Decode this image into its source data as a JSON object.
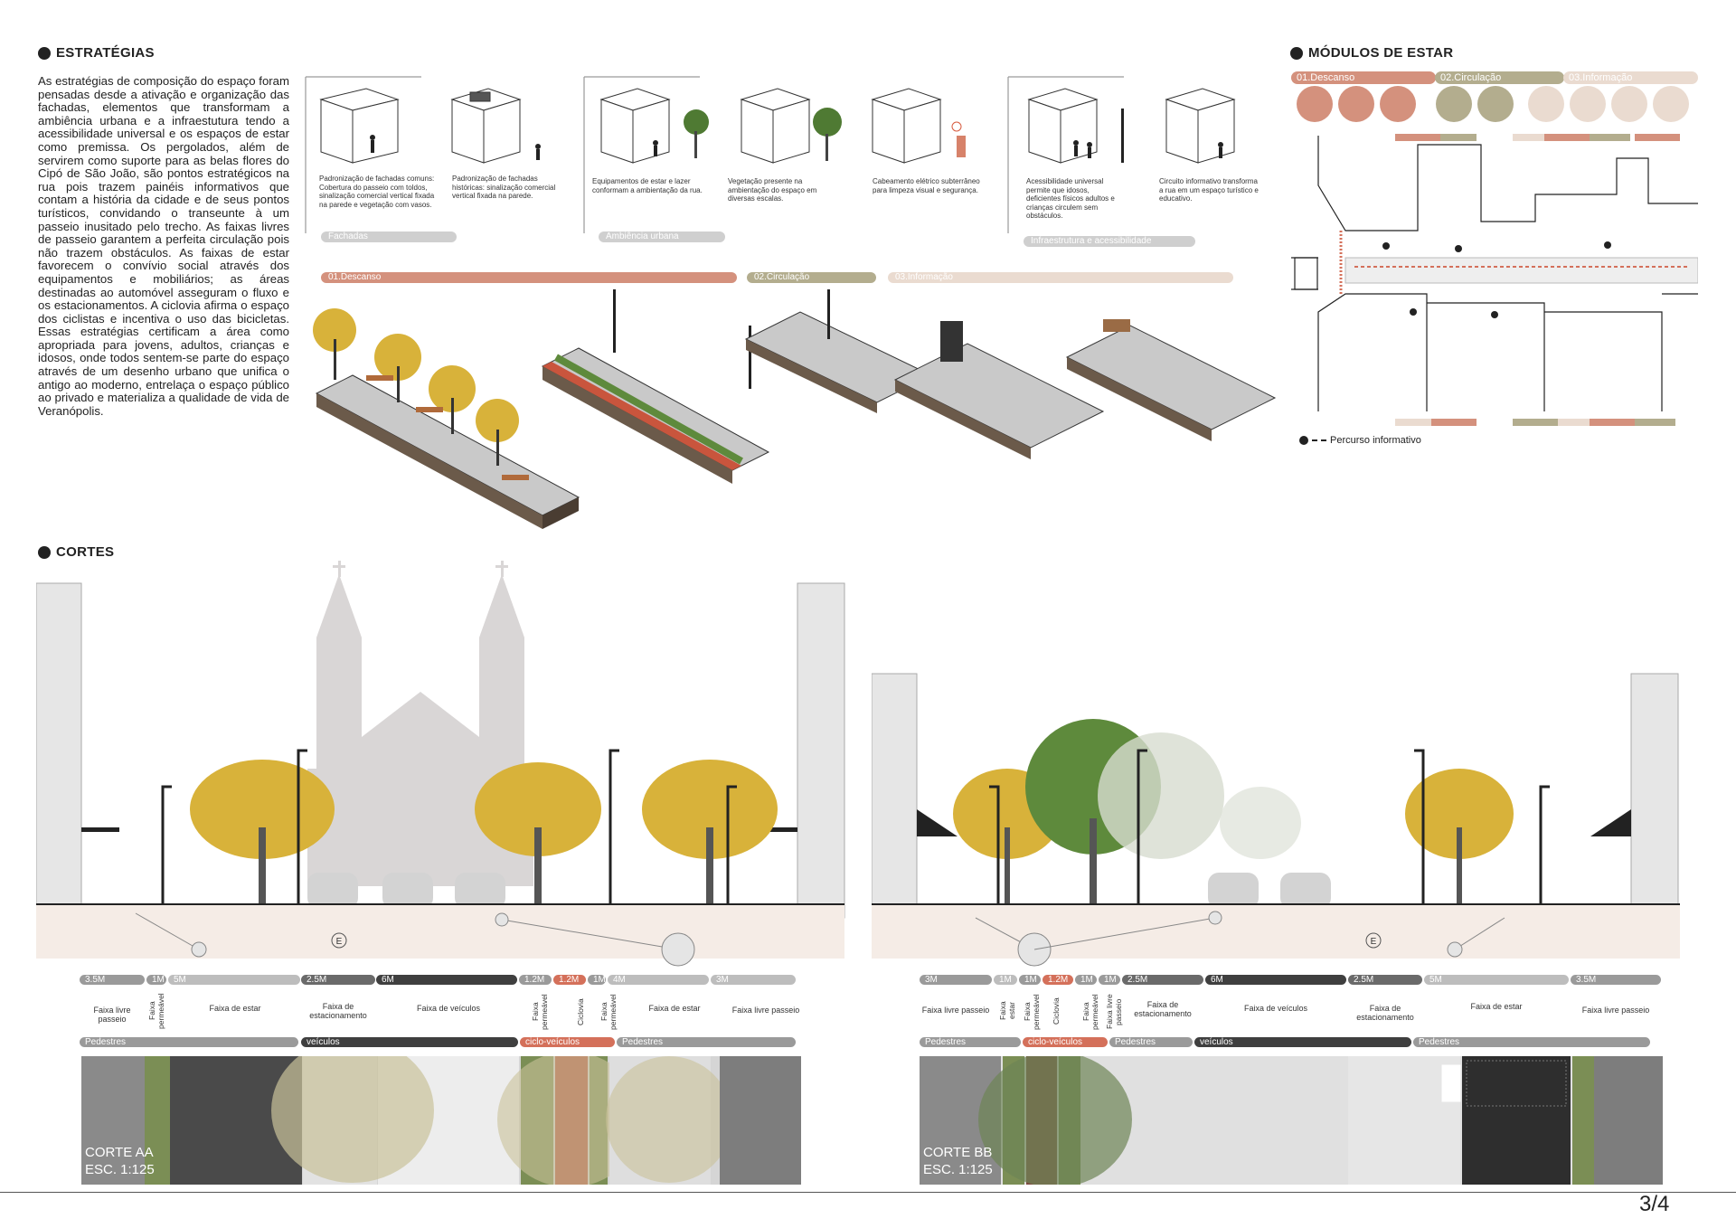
{
  "sections": {
    "strategies_title": "ESTRATÉGIAS",
    "modules_title": "MÓDULOS DE ESTAR",
    "cuts_title": "CORTES"
  },
  "intro_text": "As estratégias de composição do espaço foram pensadas desde a ativação e organização das fachadas, elementos que transformam a ambiência urbana e a infraestutura tendo a acessibilidade universal e os espaços de estar como premissa. Os pergolados, além de servirem como suporte para as belas flores do Cipó de São João, são pontos estratégicos na rua pois trazem painéis informativos que contam a história da cidade e de seus pontos turísticos, convidando o transeunte à um passeio inusitado pelo trecho. As faixas livres de passeio garantem a perfeita circulação pois não trazem obstáculos. As faixas de estar favorecem o convívio social através dos equipamentos e mobiliários; as áreas destinadas ao automóvel asseguram o fluxo e os estacionamentos. A ciclovia afirma o espaço dos ciclistas e incentiva o uso das bicicletas. Essas estratégias certificam a área como apropriada para jovens, adultos, crianças e idosos, onde todos sentem-se parte do espaço através de um desenho urbano que unifica o antigo ao moderno, entrelaça o espaço público ao privado e materializa a qualidade de vida de Veranópolis.",
  "strategies": {
    "captions": [
      "Padronização de fachadas comuns: Cobertura do passeio com toldos, sinalização comercial vertical fixada na parede e vegetação com vasos.",
      "Padronização de fachadas históricas: sinalização comercial vertical fixada na parede.",
      "Equipamentos de estar e lazer conformam a ambientação da rua.",
      "Vegetação presente na ambientação do espaço em diversas escalas.",
      "Cabeamento elétrico subterrâneo para limpeza visual e segurança.",
      "Acessibilidade universal permite que idosos, deficientes físicos adultos e crianças circulem sem obstáculos.",
      "Circuito informativo transforma a rua em um espaço turístico e educativo."
    ],
    "groups": [
      "Fachadas",
      "Ambiência urbana",
      "Infraestrutura e acessibilidade"
    ],
    "modules": [
      "01.Descanso",
      "02.Circulação",
      "03.Informação"
    ]
  },
  "modules_panel": {
    "tabs": [
      "01.Descanso",
      "02.Circulação",
      "03.Informação"
    ],
    "legend": "Percurso informativo",
    "top_codes": [
      "01",
      "02",
      "03",
      "01",
      "02",
      "03",
      "01"
    ],
    "bottom_codes": [
      "03",
      "01",
      "02",
      "03",
      "01",
      "02"
    ]
  },
  "cut_aa": {
    "dims": [
      "3.5M",
      "1M",
      "5M",
      "2.5M",
      "6M",
      "1.2M",
      "1.2M",
      "1M",
      "4M",
      "3M"
    ],
    "labels": [
      "Faixa livre passeio",
      "Faixa permeável",
      "Faixa de estar",
      "Faixa de estacionamento",
      "Faixa de veículos",
      "Faixa permeável",
      "Ciclovia",
      "Faixa permeável",
      "Faixa de estar",
      "Faixa livre passeio"
    ],
    "groups": [
      "Pedestres",
      "veículos",
      "ciclo-veículos",
      "Pedestres"
    ],
    "plan_title": "CORTE AA",
    "plan_scale": "ESC. 1:125",
    "parking_sign": "E"
  },
  "cut_bb": {
    "dims": [
      "3M",
      "1M",
      "1M",
      "1.2M",
      "1M",
      "1M",
      "2.5M",
      "6M",
      "2.5M",
      "5M",
      "3.5M"
    ],
    "labels": [
      "Faixa livre passeio",
      "Faixa estar",
      "Faixa permeável",
      "Ciclovia",
      "Faixa permeável",
      "Faixa livre passeio",
      "Faixa de estacionamento",
      "Faixa de veículos",
      "Faixa de estacionamento",
      "Faixa de estar",
      "Faixa livre passeio"
    ],
    "groups": [
      "Pedestres",
      "ciclo-veículos",
      "Pedestres",
      "veículos",
      "Pedestres"
    ],
    "plan_title": "CORTE BB",
    "plan_scale": "ESC. 1:125",
    "parking_sign": "E"
  },
  "page_number": "3/4",
  "colors": {
    "descanso": "#d4917d",
    "circulacao": "#b3ad8e",
    "informacao": "#e8d5c8",
    "veiculos": "#3f3f3f",
    "pedestres": "#9a9a9a",
    "ciclo": "#d4705a",
    "ground": "#f5ece6",
    "tree_yellow": "#d8b23a",
    "tree_green": "#5e8a3c"
  }
}
